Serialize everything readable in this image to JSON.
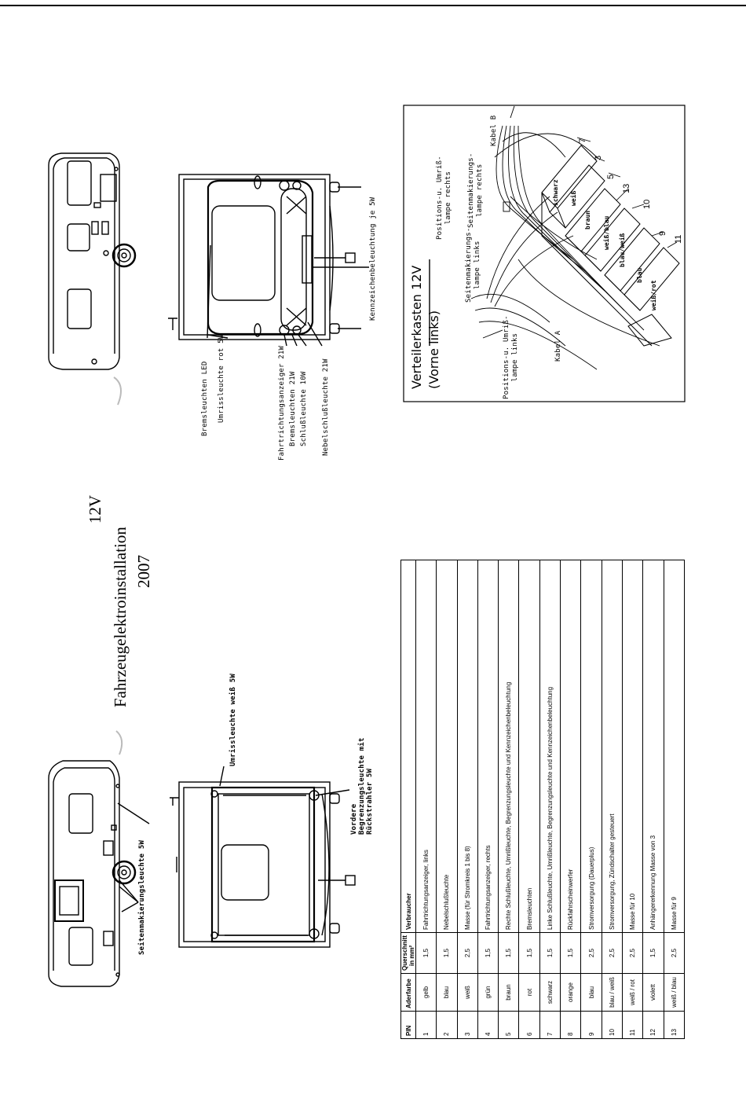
{
  "title": {
    "line1": "12V",
    "line2": "Fahrzeugelektroinstallation",
    "line3": "2007"
  },
  "left_side": {
    "side_marker_label": "Seitenmakierungsleuchte 5W",
    "outline_white_label": "Umrissleuchte weiß 5W",
    "front_marker_label_1": "Vordere",
    "front_marker_label_2": "Begrenzungsleuchte mit",
    "front_marker_label_3": "Rückstrahler 5W"
  },
  "right_side": {
    "brake_led": "Bremsleuchten LED",
    "outline_red": "Umrissleuchte rot 5W",
    "turn": "Fahrtrichtungsanzeiger 21W",
    "brake": "Bremsleuchten 21W",
    "tail": "Schlußleuchte 10W",
    "fog": "Nebelschlußleuchte 21W",
    "plate": "Kennzeichenbeleuchtung je 5W"
  },
  "box": {
    "title1": "Verteilerkasten 12V",
    "title2": "(Vorne links)",
    "pos_right_1": "Positions-u. Umriß-",
    "pos_right_2": "lampe rechts",
    "side_right_1": "Seitenmakierungs-",
    "side_right_2": "lampe rechts",
    "side_left_1": "Seitenmakierungs-",
    "side_left_2": "lampe links",
    "pos_left_1": "Positions-u. Umriß-",
    "pos_left_2": "lampe links",
    "cable_a": "Kabel A",
    "cable_b": "Kabel B",
    "wires": [
      "schwarz",
      "weiß",
      "braun",
      "weiß/blau",
      "blau/weiß",
      "blau",
      "weiß/rot"
    ],
    "numbers": [
      "7",
      "3",
      "5",
      "13",
      "10",
      "9",
      "11"
    ]
  },
  "table": {
    "headers": {
      "pin": "PIN",
      "ader": "Aderfarbe",
      "quer1": "Querschnitt",
      "quer2": "in mm²",
      "verb": "Verbraucher"
    },
    "rows": [
      {
        "pin": "1",
        "ader": "gelb",
        "quer": "1,5",
        "verb": "Fahrtrichtungsanzeiger, links"
      },
      {
        "pin": "2",
        "ader": "blau",
        "quer": "1,5",
        "verb": "Nebelschlußleuchte"
      },
      {
        "pin": "3",
        "ader": "weiß",
        "quer": "2,5",
        "verb": "Masse (für Stromkreis 1 bis 8)"
      },
      {
        "pin": "4",
        "ader": "grün",
        "quer": "1,5",
        "verb": "Fahrtrichtungsanzeiger, rechts"
      },
      {
        "pin": "5",
        "ader": "braun",
        "quer": "1,5",
        "verb": "Rechte Schlußleuchte, Umrißleuchte, Begrenzungsleuchte und Kennzeichenbeleuchtung"
      },
      {
        "pin": "6",
        "ader": "rot",
        "quer": "1,5",
        "verb": "Bremsleuchten"
      },
      {
        "pin": "7",
        "ader": "schwarz",
        "quer": "1,5",
        "verb": "Linke Schlußleuchte, Umrißleuchte, Begrenzungsleuchte und Kennzeichenbeleuchtung"
      },
      {
        "pin": "8",
        "ader": "orange",
        "quer": "1,5",
        "verb": "Rückfahrscheinwerfer"
      },
      {
        "pin": "9",
        "ader": "blau",
        "quer": "2,5",
        "verb": "Stromversorgung (Dauerplus)"
      },
      {
        "pin": "10",
        "ader": "blau / weiß",
        "quer": "2,5",
        "verb": "Stromversorgung, Zündschalter gesteuert"
      },
      {
        "pin": "11",
        "ader": "weiß / rot",
        "quer": "2,5",
        "verb": "Masse für 10"
      },
      {
        "pin": "12",
        "ader": "violett",
        "quer": "1,5",
        "verb": "Anhängererkennung Masse von 3"
      },
      {
        "pin": "13",
        "ader": "weiß / blau",
        "quer": "2,5",
        "verb": "Masse für 9"
      }
    ]
  }
}
